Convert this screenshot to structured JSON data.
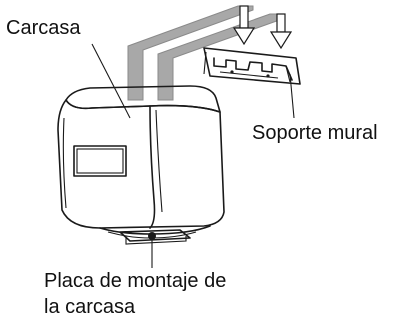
{
  "labels": {
    "housing": "Carcasa",
    "wall_bracket": "Soporte mural",
    "mounting_plate_line1": "Placa de montaje de",
    "mounting_plate_line2": "la carcasa"
  }
}
